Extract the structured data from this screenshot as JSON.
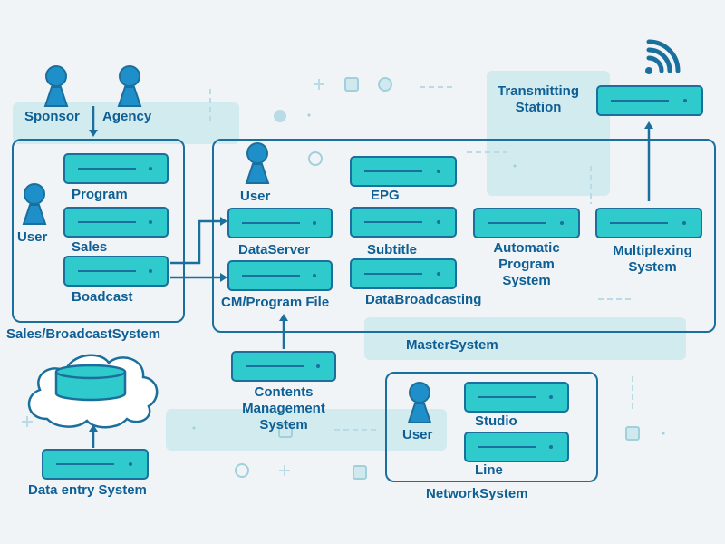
{
  "colors": {
    "background": "#f1f4f6",
    "band": "#d2ebee",
    "stroke": "#1b6f9c",
    "server_fill": "#2fcacb",
    "label": "#0d5f95",
    "decor": "#b9dbe6"
  },
  "top": {
    "sponsor": "Sponsor",
    "agency": "Agency"
  },
  "transmitting": {
    "label": "Transmitting\nStation",
    "icon": "wifi-signal-icon"
  },
  "sales": {
    "title": "Sales/BroadcastSystem",
    "user": "User",
    "program": "Program",
    "sales": "Sales",
    "broadcast": "Boadcast"
  },
  "master": {
    "title": "MasterSystem",
    "user": "User",
    "dataserver": "DataServer",
    "cm_file": "CM/Program File",
    "epg": "EPG",
    "subtitle": "Subtitle",
    "databroadcasting": "DataBroadcasting",
    "automatic": "Automatic\nProgram\nSystem",
    "multiplexing": "Multiplexing\nSystem"
  },
  "contents": {
    "label": "Contents\nManagement\nSystem"
  },
  "data_entry": {
    "label": "Data entry System",
    "icon": "database-cloud-icon"
  },
  "network": {
    "title": "NetworkSystem",
    "user": "User",
    "studio": "Studio",
    "line": "Line"
  }
}
